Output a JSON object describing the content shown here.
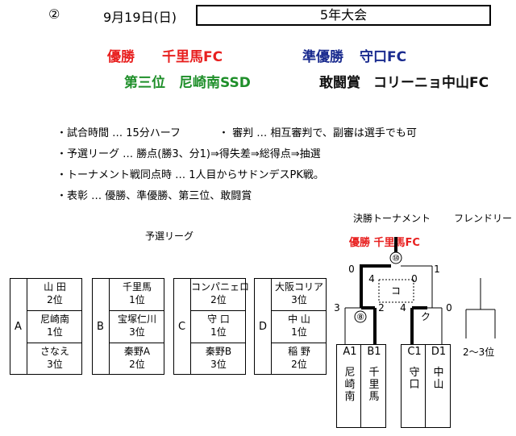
{
  "header": {
    "number": "②",
    "date": "9月19日(日)",
    "title": "5年大会"
  },
  "awards": {
    "champion_label": "優勝",
    "champion_team": "千里馬FC",
    "runner_up_label": "準優勝",
    "runner_up_team": "守口FC",
    "third_label": "第三位",
    "third_team": "尼崎南SSD",
    "fighting_label": "敢闘賞",
    "fighting_team": "コリーニョ中山FC",
    "colors": {
      "champion": "#e8201f",
      "runner_up": "#1a2b8f",
      "third": "#1f8f2a"
    }
  },
  "rules": [
    "・試合時間 … 15分ハーフ",
    "・ 審判  … 相互審判で、副審は選手でも可",
    "・予選リーグ … 勝点(勝3、分1)⇒得失差⇒総得点⇒抽選",
    "・トーナメント戦同点時 … 1人目からサドンデスPK戦。",
    "・表彰  … 優勝、準優勝、第三位、敢闘賞"
  ],
  "labels": {
    "league": "予選リーグ",
    "final_tournament": "決勝トーナメント",
    "friendly": "フレンドリー",
    "winner_line": "優勝  千里馬FC"
  },
  "groups": [
    {
      "letter": "A",
      "teams": [
        {
          "name": "山 田",
          "rank": "2位"
        },
        {
          "name": "尼崎南",
          "rank": "1位"
        },
        {
          "name": "さなえ",
          "rank": "3位"
        }
      ]
    },
    {
      "letter": "B",
      "teams": [
        {
          "name": "千里馬",
          "rank": "1位"
        },
        {
          "name": "宝塚仁川",
          "rank": "3位"
        },
        {
          "name": "秦野A",
          "rank": "2位"
        }
      ]
    },
    {
      "letter": "C",
      "teams": [
        {
          "name": "コンパニェロ",
          "rank": "2位"
        },
        {
          "name": "守 口",
          "rank": "1位"
        },
        {
          "name": "秦野B",
          "rank": "3位"
        }
      ]
    },
    {
      "letter": "D",
      "teams": [
        {
          "name": "大阪コリア",
          "rank": "3位"
        },
        {
          "name": "中 山",
          "rank": "1位"
        },
        {
          "name": "稲 野",
          "rank": "2位"
        }
      ]
    }
  ],
  "bracket": {
    "final_match": "⑩",
    "semi_left_match": "⑧",
    "semi_right_match": "ク",
    "third_place_match": "コ",
    "scores": {
      "final_left": "0",
      "final_right": "1",
      "third_left": "4",
      "third_right": "0",
      "semi_left_left": "3",
      "semi_left_right": "2",
      "semi_right_left": "4",
      "semi_right_right": "0"
    },
    "slots": [
      {
        "seed": "A1",
        "team": [
          "尼",
          "崎",
          "南"
        ]
      },
      {
        "seed": "B1",
        "team": [
          "千",
          "里",
          "馬"
        ]
      },
      {
        "seed": "C1",
        "team": [
          "守",
          "口"
        ]
      },
      {
        "seed": "D1",
        "team": [
          "中",
          "山"
        ]
      }
    ],
    "friendly_label": "2～3位"
  }
}
